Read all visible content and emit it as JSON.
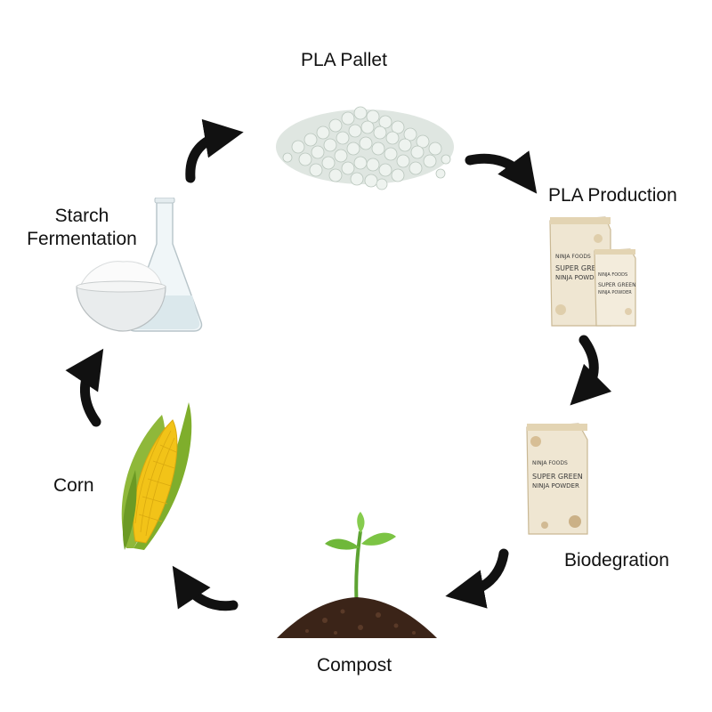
{
  "diagram": {
    "stages": {
      "pla_pallet": {
        "label": "PLA Pallet"
      },
      "pla_production": {
        "label": "PLA Production",
        "bag_large": {
          "brand": "NINJA FOODS",
          "line1": "SUPER GREEN",
          "line2": "NINJA POWDER"
        },
        "bag_small": {
          "brand": "NINJA FOODS",
          "line1": "SUPER GREEN",
          "line2": "NINJA POWDER"
        }
      },
      "biodegration": {
        "label": "Biodegration",
        "bag": {
          "brand": "NINJA FOODS",
          "line1": "SUPER GREEN",
          "line2": "NINJA POWDER"
        }
      },
      "compost": {
        "label": "Compost"
      },
      "corn": {
        "label": "Corn"
      },
      "starch_fermentation": {
        "label_line1": "Starch",
        "label_line2": "Fermentation"
      }
    },
    "colors": {
      "arrow": "#111111",
      "text": "#111111",
      "corn": "#f2c318",
      "husk": "#7fae2c",
      "soil": "#3b2418",
      "sprout": "#6fb83a",
      "bag": "#efe6d2",
      "pellet": "#e4ebe6"
    }
  }
}
